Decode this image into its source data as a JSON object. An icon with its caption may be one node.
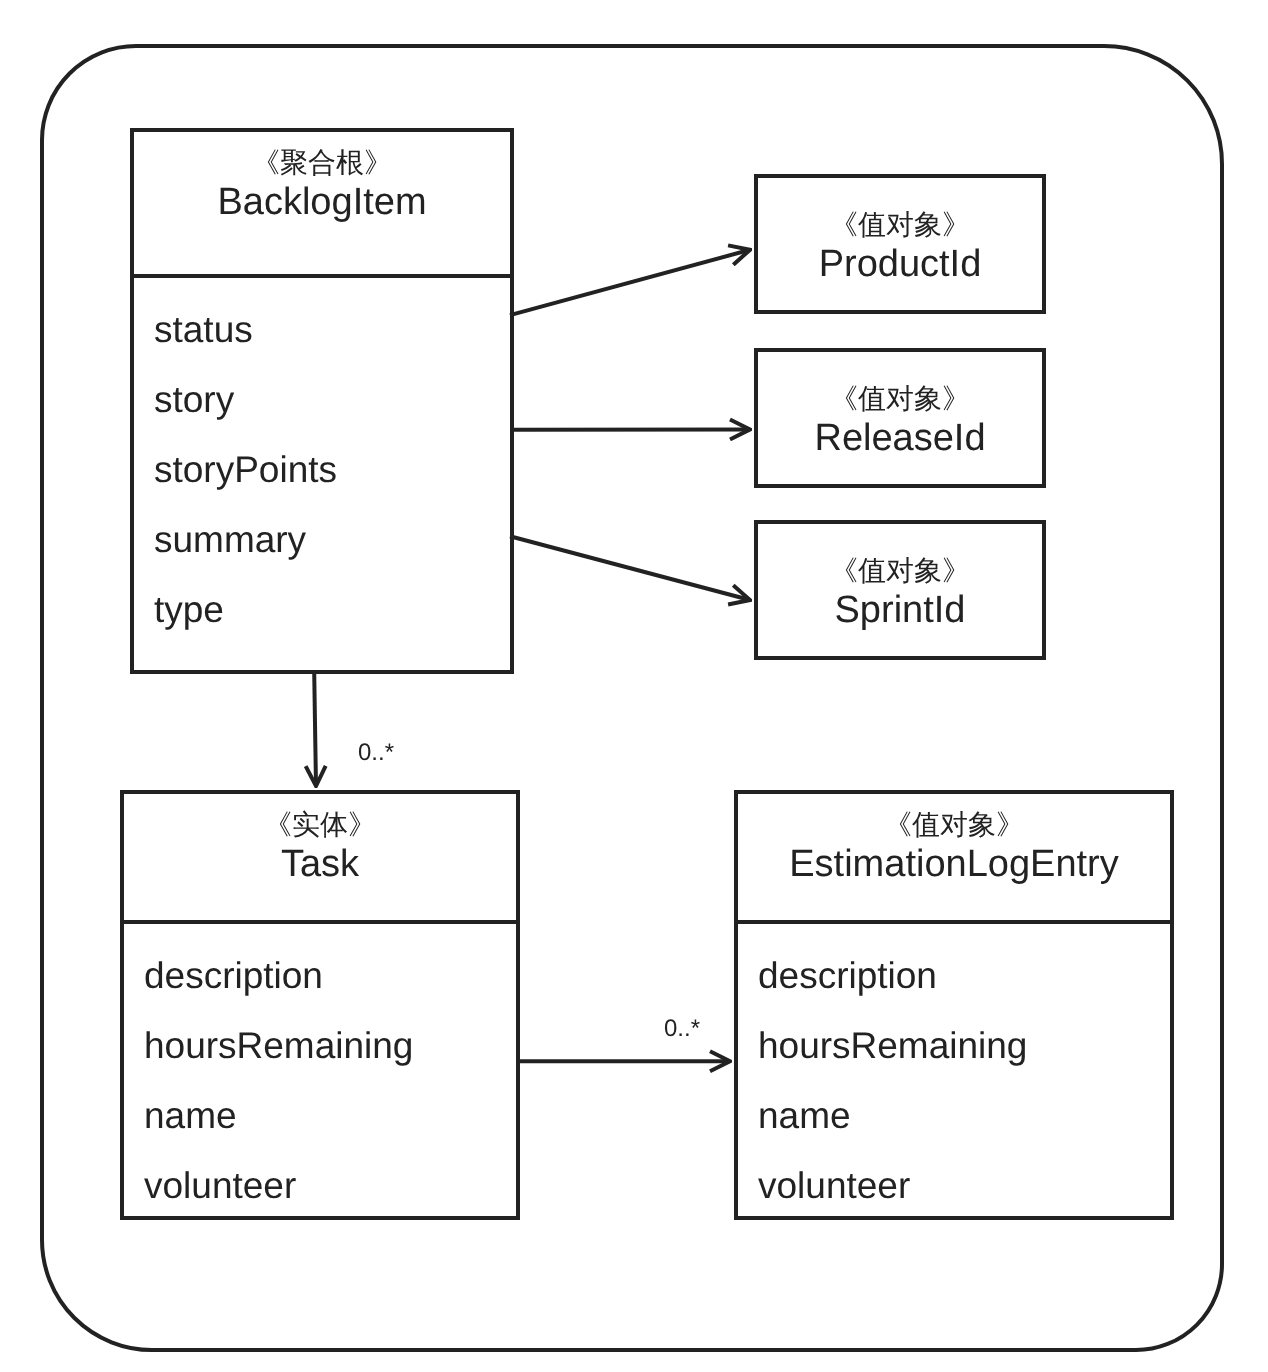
{
  "diagram": {
    "nodes": [
      {
        "text": [],
        "shape": "box"
      },
      {
        "text": [
          "《聚合根》",
          "BacklogItem",
          "status",
          "story",
          "storyPoints",
          "summary",
          "type"
        ],
        "in": 0
      },
      {
        "text": [
          "《值对象》",
          "ProductId"
        ],
        "in": 0
      },
      {
        "text": [
          "《值对象》",
          "ReleaseId"
        ],
        "in": 0
      },
      {
        "text": [
          "《值对象》",
          "SprintId"
        ],
        "in": 0
      },
      {
        "text": [
          "《实体》",
          "Task",
          "description",
          "hoursRemaining",
          "name",
          "volunteer"
        ],
        "in": 0
      },
      {
        "text": [
          "《值对象》",
          "EstimationLogEntry",
          "description",
          "hoursRemaining",
          "name",
          "volunteer"
        ],
        "in": 0
      }
    ],
    "edges": [
      {
        "from": 1,
        "to": 2,
        "arrow": "to"
      },
      {
        "from": 1,
        "to": 3,
        "arrow": "to"
      },
      {
        "from": 1,
        "to": 4,
        "arrow": "to"
      },
      {
        "from": 1,
        "to": 5,
        "arrow": "to",
        "label": "0..*"
      },
      {
        "from": 5,
        "to": 6,
        "arrow": "to",
        "label": "0..*"
      }
    ]
  }
}
